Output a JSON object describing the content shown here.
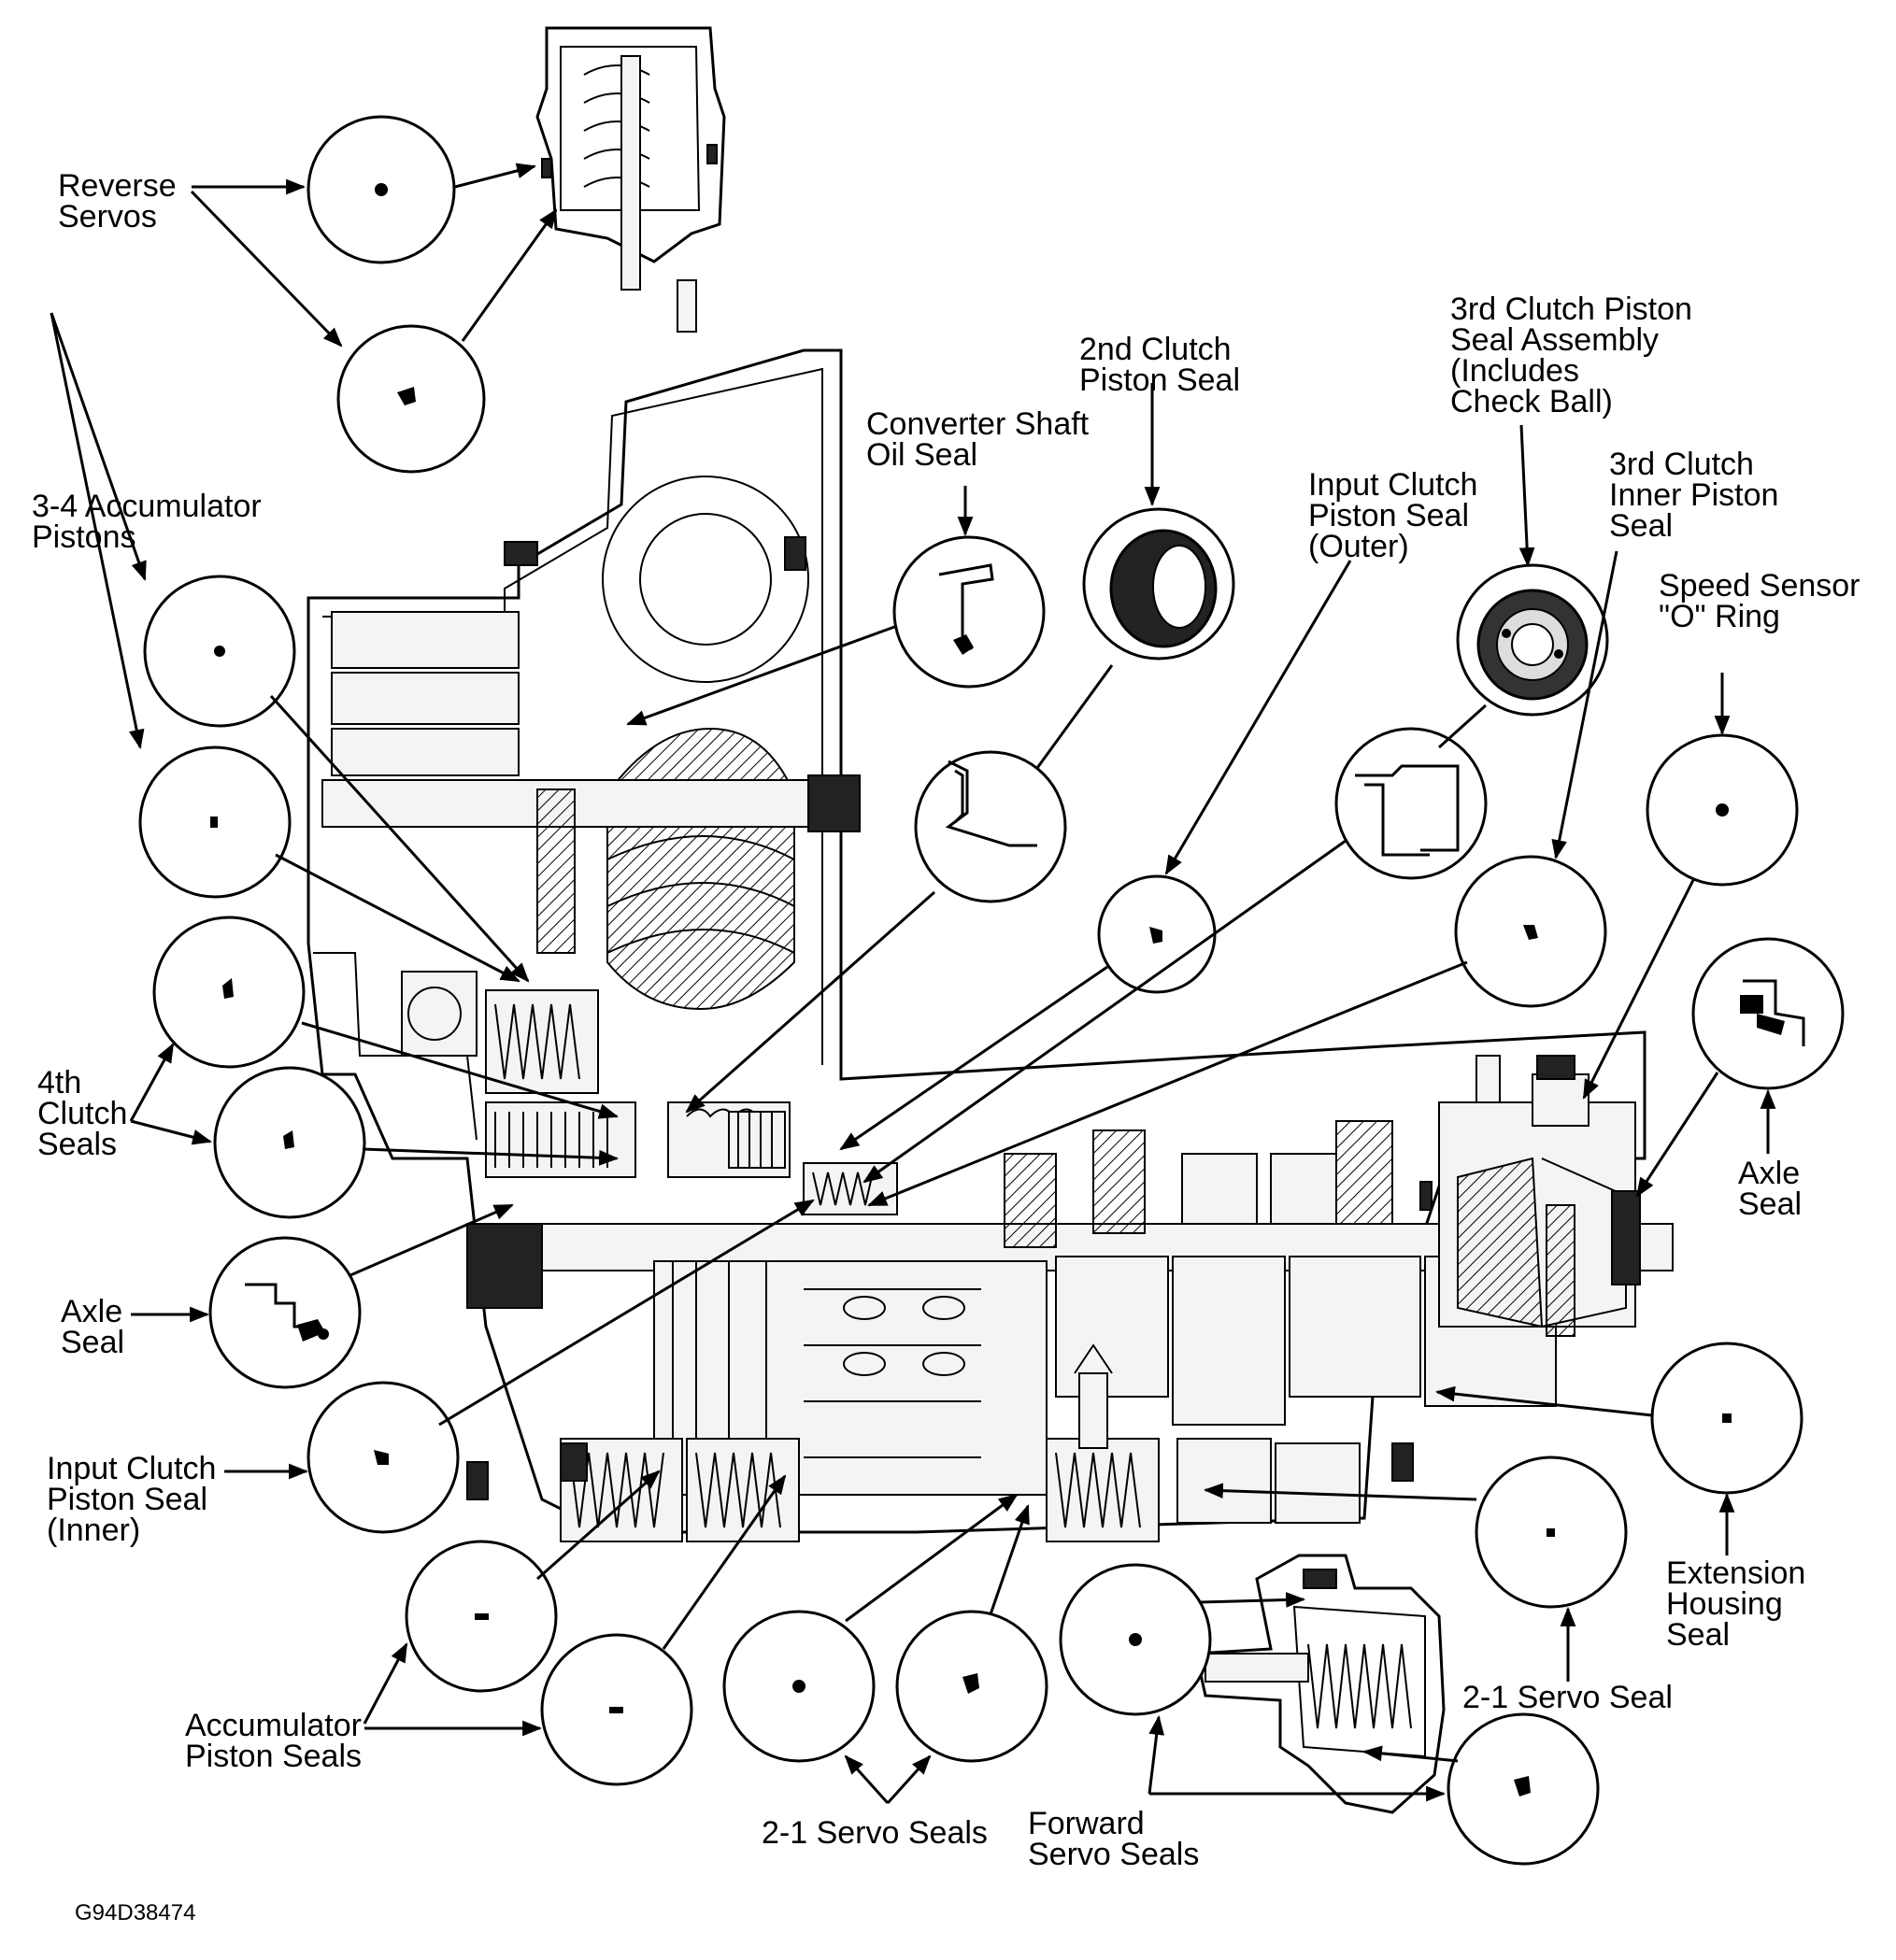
{
  "figure_code": "G94D38474",
  "labels": {
    "reverse_servos": [
      "Reverse",
      "Servos"
    ],
    "accumulator_34_pistons": [
      "3-4 Accumulator",
      "Pistons"
    ],
    "fourth_clutch_seals": [
      "4th",
      "Clutch",
      "Seals"
    ],
    "axle_seal_left": [
      "Axle",
      "Seal"
    ],
    "input_clutch_inner": [
      "Input Clutch",
      "Piston Seal",
      "(Inner)"
    ],
    "accumulator_piston_seals": [
      "Accumulator",
      "Piston Seals"
    ],
    "servo_21_seals": [
      "2-1 Servo Seals"
    ],
    "forward_servo_seals": [
      "Forward",
      "Servo Seals"
    ],
    "servo_21_seal": [
      "2-1 Servo Seal"
    ],
    "extension_housing_seal": [
      "Extension",
      "Housing",
      "Seal"
    ],
    "axle_seal_right": [
      "Axle",
      "Seal"
    ],
    "speed_sensor_o_ring": [
      "Speed Sensor",
      "\"O\" Ring"
    ],
    "third_clutch_inner": [
      "3rd Clutch",
      "Inner Piston",
      "Seal"
    ],
    "third_clutch_assembly": [
      "3rd Clutch Piston",
      "Seal Assembly",
      "(Includes",
      "Check Ball)"
    ],
    "input_clutch_outer": [
      "Input Clutch",
      "Piston Seal",
      "(Outer)"
    ],
    "second_clutch_seal": [
      "2nd Clutch",
      "Piston Seal"
    ],
    "converter_shaft_seal": [
      "Converter Shaft",
      "Oil Seal"
    ]
  }
}
